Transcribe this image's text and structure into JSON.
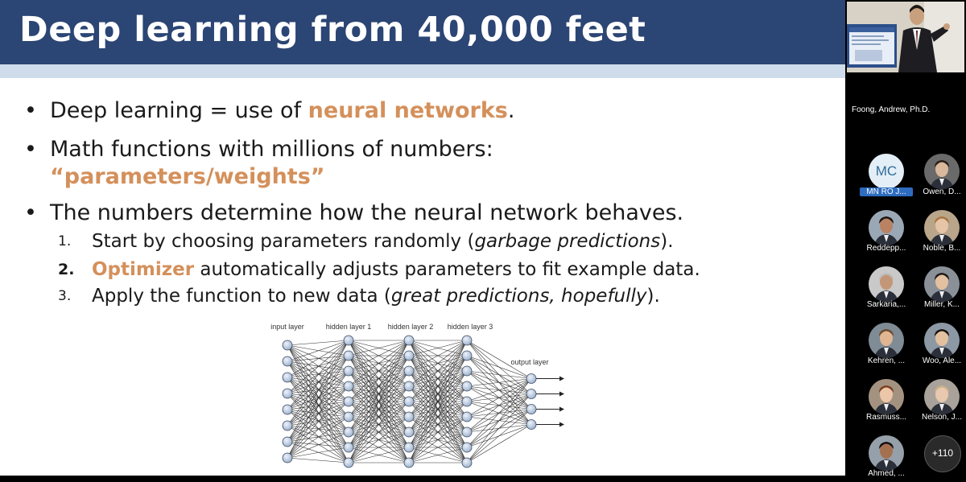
{
  "slide": {
    "title": "Deep learning from 40,000 feet",
    "bullets": [
      {
        "dot": "•",
        "prefix": "Deep learning = use of ",
        "highlight": "neural networks",
        "suffix": "."
      },
      {
        "dot": "•",
        "line1": "Math functions with millions of numbers:",
        "line2": "“parameters/weights”"
      },
      {
        "dot": "•",
        "text": "The numbers determine how the neural network behaves."
      }
    ],
    "steps": [
      {
        "num": "1.",
        "pre": "Start by choosing parameters randomly (",
        "em": "garbage predictions",
        "post": ")."
      },
      {
        "num": "2.",
        "highlight": "Optimizer",
        "post": " automatically adjusts parameters to fit example data."
      },
      {
        "num": "3.",
        "pre": "Apply the function to new data (",
        "em": "great predictions, hopefully",
        "post": ")."
      }
    ],
    "network": {
      "layer_labels": [
        "input layer",
        "hidden layer 1",
        "hidden layer 2",
        "hidden layer 3",
        "output layer"
      ],
      "layer_sizes": [
        8,
        9,
        9,
        9,
        4
      ]
    }
  },
  "speaker": {
    "name": "Foong, Andrew, Ph.D."
  },
  "participants": [
    {
      "name": "MN RO J...",
      "initials": "MC",
      "type": "initials",
      "highlighted": true
    },
    {
      "name": "Owen, D...",
      "type": "photo",
      "bg": "#6a6a6a",
      "skin": "#d9b89c",
      "hair": "#2a1e16"
    },
    {
      "name": "Reddepp...",
      "type": "photo",
      "bg": "#9aa7b5",
      "skin": "#b98262",
      "hair": "#1a1410"
    },
    {
      "name": "Noble, B...",
      "type": "photo",
      "bg": "#b8a58a",
      "skin": "#e6c4a8",
      "hair": "#a8753d"
    },
    {
      "name": "Sarkaria,...",
      "type": "photo",
      "bg": "#c9c9c9",
      "skin": "#c49678",
      "hair": "#bdbdbd"
    },
    {
      "name": "Miller, K...",
      "type": "photo",
      "bg": "#8a9098",
      "skin": "#e2c0a0",
      "hair": "#1d1a18"
    },
    {
      "name": "Kehren, ...",
      "type": "photo",
      "bg": "#7f8b95",
      "skin": "#e0b592",
      "hair": "#6b4a2e"
    },
    {
      "name": "Woo, Ale...",
      "type": "photo",
      "bg": "#8c98a4",
      "skin": "#e3c09f",
      "hair": "#161311"
    },
    {
      "name": "Rasmuss...",
      "type": "photo",
      "bg": "#a49280",
      "skin": "#ecc6a8",
      "hair": "#7a3e20"
    },
    {
      "name": "Nelson, J...",
      "type": "photo",
      "bg": "#a8a29a",
      "skin": "#e8c8ae",
      "hair": "#c7b08a"
    },
    {
      "name": "Ahmed, ...",
      "type": "photo",
      "bg": "#95a0aa",
      "skin": "#a5704f",
      "hair": "#141010"
    },
    {
      "name": "",
      "label": "+110",
      "type": "more"
    }
  ]
}
